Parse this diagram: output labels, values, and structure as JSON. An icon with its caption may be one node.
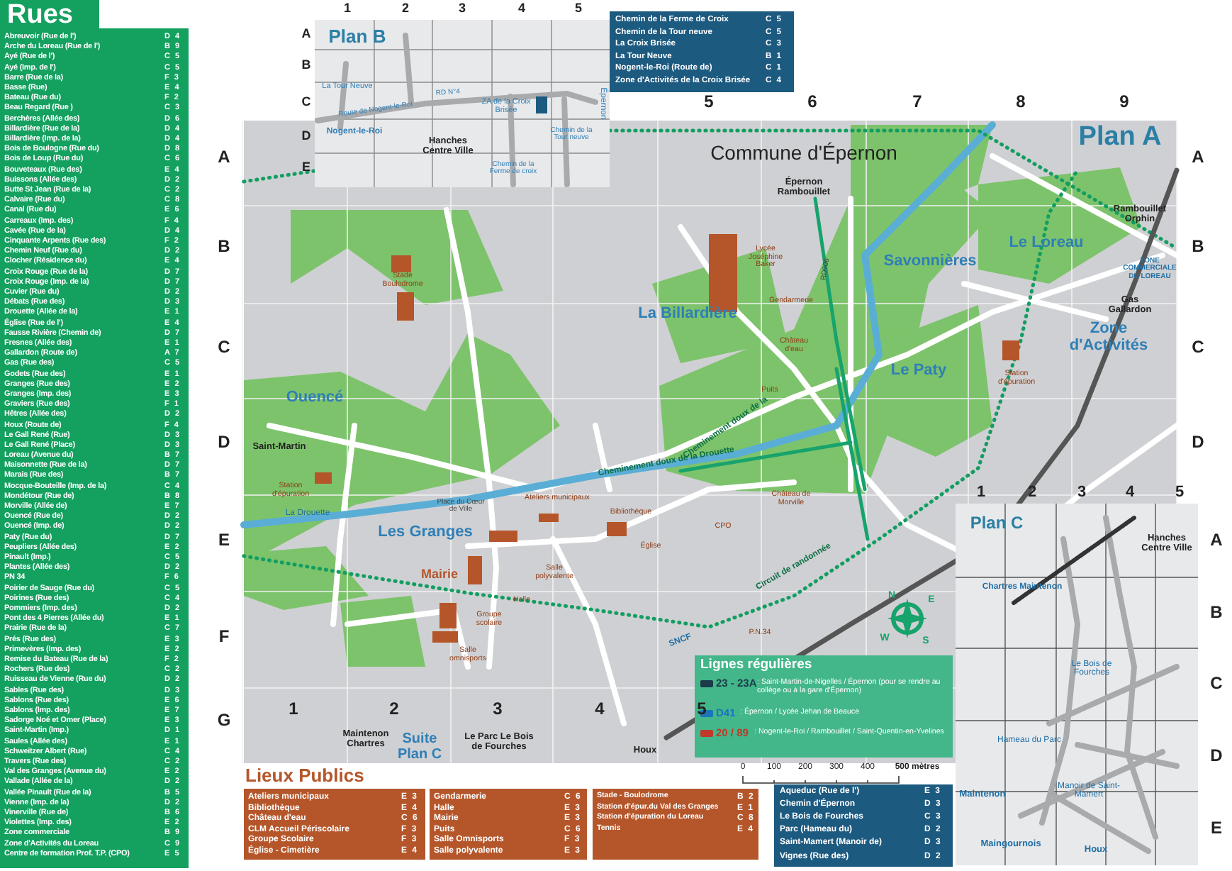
{
  "diagram": {
    "labels": [
      "Rues",
      "Abreuvoir (Rue de l')",
      "D 4",
      "Arche du Loreau (Rue de l')",
      "B 9",
      "Ayé (Rue de l')",
      "C 5",
      "Ayé (Imp. de l')",
      "C 5",
      "Barre (Rue de la)",
      "F 3",
      "Basse (Rue)",
      "E 4",
      "Bateau (Rue du)",
      "F 2",
      "Beau Regard (Rue )",
      "C 3",
      "Berchères (Allée des)",
      "D 6",
      "Billardière (Rue de la)",
      "D 4",
      "Billardière (Imp. de la)",
      "D 4",
      "Bois de Boulogne (Rue du)",
      "D 8",
      "Bois de Loup (Rue du)",
      "C 6",
      "Bouveteaux (Rue des)",
      "E 4",
      "Buissons (Allée des)",
      "D 2",
      "Butte St Jean (Rue de la)",
      "C 2",
      "Calvaire (Rue du)",
      "C 8",
      "Canal (Rue du)",
      "E 6",
      "Carreaux (Imp. des)",
      "F 4",
      "Cavée (Rue de la)",
      "D 4",
      "Cinquante Arpents (Rue des)",
      "F 2",
      "Chemin Neuf (Rue du)",
      "D 2",
      "Clocher (Résidence du)",
      "E 4",
      "Croix Rouge (Rue de la)",
      "D 7",
      "Croix Rouge (Imp. de la)",
      "D 7",
      "Cuvier (Rue du)",
      "D 2",
      "Débats (Rue des)",
      "D 3",
      "Drouette (Allée de la)",
      "E 1",
      "Église (Rue de l')",
      "E 4",
      "Fausse Rivière (Chemin de)",
      "D 7",
      "Fresnes (Allée des)",
      "E 1",
      "Gallardon (Route de)",
      "A 7",
      "Gas (Rue des)",
      "C 5",
      "Godets (Rue des)",
      "E 1",
      "Granges (Rue des)",
      "E 2",
      "Granges (Imp. des)",
      "E 3",
      "Graviers (Rue des)",
      "F 1",
      "Hêtres (Allée des)",
      "D 2",
      "Houx (Route de)",
      "F 4",
      "Le Gall René (Rue)",
      "D 3",
      "Le Gall René (Place)",
      "D 3",
      "Loreau (Avenue du)",
      "B 7",
      "Maisonnette (Rue de la)",
      "D 7",
      "Marais (Rue des)",
      "B 7",
      "Mocque-Bouteille (Imp. de la)",
      "C 4",
      "Mondétour (Rue de)",
      "B 8",
      "Morville (Allée de)",
      "E 7",
      "Ouencé (Rue de)",
      "D 2",
      "Ouencé (Imp. de)",
      "D 2",
      "Paty (Rue du)",
      "D 7",
      "Peupliers (Allée des)",
      "E 2",
      "Pinault (Imp.)",
      "C 5",
      "Plantes (Allée des)",
      "D 2",
      "PN 34",
      "F 6",
      "Poirier de Sauge (Rue du)",
      "C 5",
      "Poirines (Rue des)",
      "C 4",
      "Pommiers (Imp. des)",
      "D 2",
      "Pont des 4 Pierres (Allée du)",
      "E 1",
      "Prairie (Rue de la)",
      "C 7",
      "Prés (Rue des)",
      "E 3",
      "Primevères (Imp. des)",
      "E 2",
      "Remise du Bateau (Rue de la)",
      "F 2",
      "Rochers (Rue des)",
      "C 2",
      "Ruisseau de Vienne (Rue du)",
      "D 2",
      "Sables (Rue des)",
      "D 3",
      "Sablons (Rue des)",
      "E 6",
      "Sablons (Imp. des)",
      "E 7",
      "Sadorge Noé et Omer (Place)",
      "E 3",
      "Saint-Martin (Imp.)",
      "D 1",
      "Saules (Allée des)",
      "E 1",
      "Schweitzer Albert (Rue)",
      "C 4",
      "Travers (Rue des)",
      "C 2",
      "Val des Granges (Avenue du)",
      "E 2",
      "Vallade (Allée de la)",
      "D 2",
      "Vallée Pinault (Rue de la)",
      "B 5",
      "Vienne (Imp. de la)",
      "D 2",
      "Vinerville (Rue de)",
      "B 6",
      "Violettes (Imp. des)",
      "E 2",
      "Zone commerciale",
      "B 9",
      "Zone d'Activités du Loreau",
      "C 9",
      "Centre de formation Prof. T.P. (CPO)",
      "E 5",
      "1",
      "2",
      "3",
      "4",
      "5",
      "A",
      "B",
      "C",
      "D",
      "E",
      "Plan B",
      "La Tour Neuve",
      "Route de Nogent-le-Roi",
      "RD N°4",
      "ZA de la Croix Brisée",
      "Épernon",
      "Nogent-le-Roi",
      "Chemin de la Tour neuve",
      "Chemin de la Ferme de croix",
      "Hanches Centre Ville",
      "Chemin de la Ferme de Croix",
      "C 5",
      "Chemin de la Tour neuve",
      "C 5",
      "La Croix Brisée",
      "C 3",
      "La Tour Neuve",
      "B 1",
      "Nogent-le-Roi (Route de)",
      "C 1",
      "Zone d'Activités de la Croix Brisée",
      "C 4",
      "5",
      "6",
      "7",
      "8",
      "9",
      "A",
      "B",
      "C",
      "D",
      "E",
      "F",
      "G",
      "A",
      "B",
      "C",
      "D",
      "1",
      "2",
      "3",
      "4",
      "5",
      "Commune d'Épernon",
      "Plan A",
      "Épernon Rambouillet",
      "Savonnières",
      "Le Loreau",
      "Rambouillet Orphin",
      "ZONE COMMERCIALE DU LOREAU",
      "Gas Gallardon",
      "Zone d'Activités",
      "Stade Boulodrome",
      "Lycée Joséphine Baker",
      "La Billardière",
      "Gendarmerie",
      "RD906",
      "Château d'eau",
      "Le Paty",
      "Station d'épuration",
      "Puits",
      "Ouencé",
      "Saint-Martin",
      "Cheminement doux de la",
      "Cheminement doux de la Drouette",
      "Station d'épuration",
      "La Drouette",
      "Place du Cœur de Ville",
      "Ateliers municipaux",
      "Château de Morville",
      "Bibliothèque",
      "Les Granges",
      "CPO",
      "Église",
      "Mairie",
      "Salle polyvalente",
      "Circuit de randonnée",
      "Halle",
      "Groupe scolaire",
      "SNCF",
      "P.N.34",
      "Salle omnisports",
      "Maintenon Chartres",
      "Suite Plan C",
      "Le Parc Le Bois de Fourches",
      "Houx",
      "1",
      "2",
      "3",
      "4",
      "5",
      "A",
      "B",
      "C",
      "D",
      "E",
      "Plan C",
      "Hanches Centre Ville",
      "Chartres Maintenon",
      "Le Bois de Fourches",
      "Hameau du Parc",
      "Manoir de Saint-Mamert",
      "Maintenon",
      "Maingournois",
      "Houx",
      "N",
      "E",
      "S",
      "W",
      "Lignes régulières",
      "23 - 23A",
      ": Saint-Martin-de-Nigelles / Épernon (pour se rendre au collège ou à la gare d'Épernon)",
      "D41",
      ": Épernon / Lycée Jehan de Beauce",
      "20 / 89",
      ": Nogent-le-Roi / Rambouillet / Saint-Quentin-en-Yvelines",
      "0",
      "100",
      "200",
      "300",
      "400",
      "500 mètres",
      "Lieux Publics",
      "Ateliers municipaux",
      "E 3",
      "Bibliothèque",
      "E 4",
      "Château d'eau",
      "C 6",
      "CLM Accueil Périscolaire",
      "F 3",
      "Groupe Scolaire",
      "F 3",
      "Église - Cimetière",
      "E 4",
      "Gendarmerie",
      "C 6",
      "Halle",
      "E 3",
      "Mairie",
      "E 3",
      "Puits",
      "C 6",
      "Salle Omnisports",
      "F 3",
      "Salle polyvalente",
      "E 3",
      "Stade - Boulodrome",
      "B 2",
      "Station d'épur.du Val des Granges",
      "E 1",
      "Station d'épuration du Loreau",
      "C 8",
      "Tennis",
      "E 4",
      "Aqueduc (Rue de l')",
      "E 3",
      "Chemin d'Épernon",
      "D 3",
      "Le Bois de Fourches",
      "C 3",
      "Parc (Hameau du)",
      "D 2",
      "Saint-Mamert (Manoir de)",
      "D 3",
      "Vignes (Rue des)",
      "D 2"
    ]
  }
}
